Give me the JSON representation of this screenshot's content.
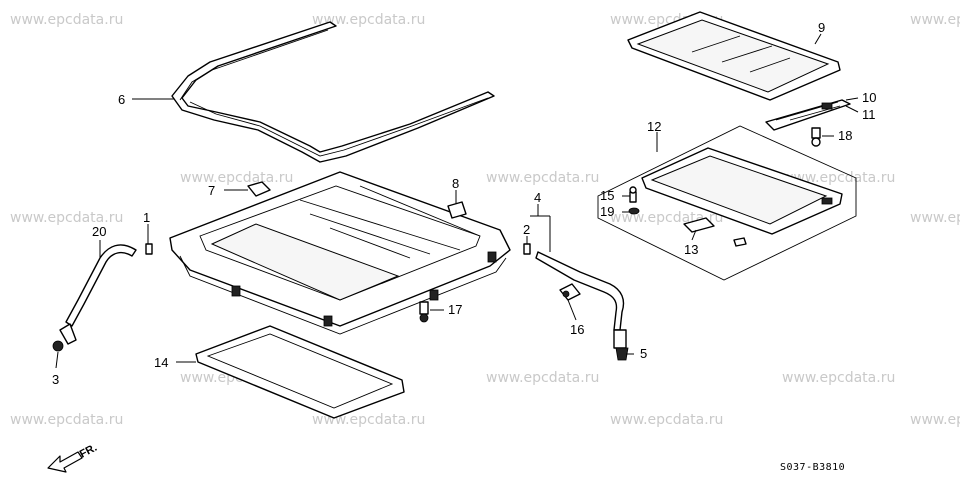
{
  "watermark": "www.epcdata.ru",
  "part_numbers": [
    "1",
    "2",
    "3",
    "4",
    "5",
    "6",
    "7",
    "8",
    "9",
    "10",
    "11",
    "12",
    "13",
    "14",
    "15",
    "16",
    "17",
    "18",
    "19",
    "20"
  ],
  "diagram_code": "S037-B3810",
  "front_marker": "FR."
}
